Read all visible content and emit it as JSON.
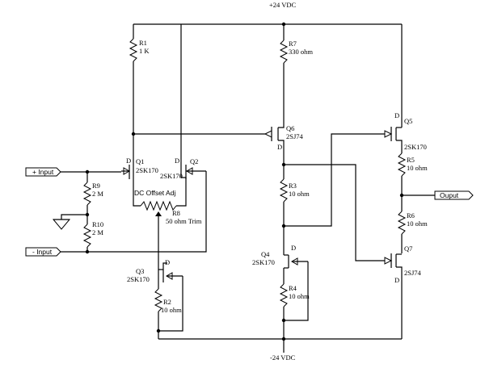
{
  "rails": {
    "positive": "+24 VDC",
    "negative": "-24 VDC"
  },
  "ports": {
    "plus_input": "+ Input",
    "minus_input": "- Input",
    "output": "Ouput"
  },
  "resistors": {
    "r1": {
      "name": "R1",
      "value": "1 K"
    },
    "r2": {
      "name": "R2",
      "value": "10 ohm"
    },
    "r3": {
      "name": "R3",
      "value": "10 ohm"
    },
    "r4": {
      "name": "R4",
      "value": "10 ohm"
    },
    "r5": {
      "name": "R5",
      "value": "10 ohm"
    },
    "r6": {
      "name": "R6",
      "value": "10 ohm"
    },
    "r7": {
      "name": "R7",
      "value": "330 ohm"
    },
    "r8": {
      "name": "R8",
      "value": "50 ohm Trim",
      "note": "DC Offset Adj"
    },
    "r9": {
      "name": "R9",
      "value": "2 M"
    },
    "r10": {
      "name": "R10",
      "value": "2 M"
    }
  },
  "transistors": {
    "q1": {
      "name": "Q1",
      "part": "2SK170",
      "pin": "D"
    },
    "q2": {
      "name": "Q2",
      "part": "2SK170",
      "pin": "D"
    },
    "q3": {
      "name": "Q3",
      "part": "2SK170",
      "pin": "D"
    },
    "q4": {
      "name": "Q4",
      "part": "2SK170",
      "pin": "D"
    },
    "q5": {
      "name": "Q5",
      "part": "2SK170",
      "pin": "D"
    },
    "q6": {
      "name": "Q6",
      "part": "2SJ74",
      "pin": "D"
    },
    "q7": {
      "name": "Q7",
      "part": "2SJ74",
      "pin": "D"
    }
  }
}
